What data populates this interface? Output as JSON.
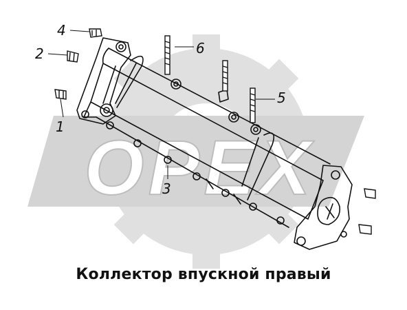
{
  "watermark": {
    "text": "OPEX",
    "color": "#dcdcdc"
  },
  "callouts": [
    {
      "id": "1",
      "label": "1"
    },
    {
      "id": "2",
      "label": "2"
    },
    {
      "id": "3",
      "label": "3"
    },
    {
      "id": "4",
      "label": "4"
    },
    {
      "id": "5",
      "label": "5"
    },
    {
      "id": "6",
      "label": "6"
    }
  ],
  "caption": "Коллектор впускной правый",
  "colors": {
    "line": "#111111",
    "watermark": "#dcdcdc"
  }
}
